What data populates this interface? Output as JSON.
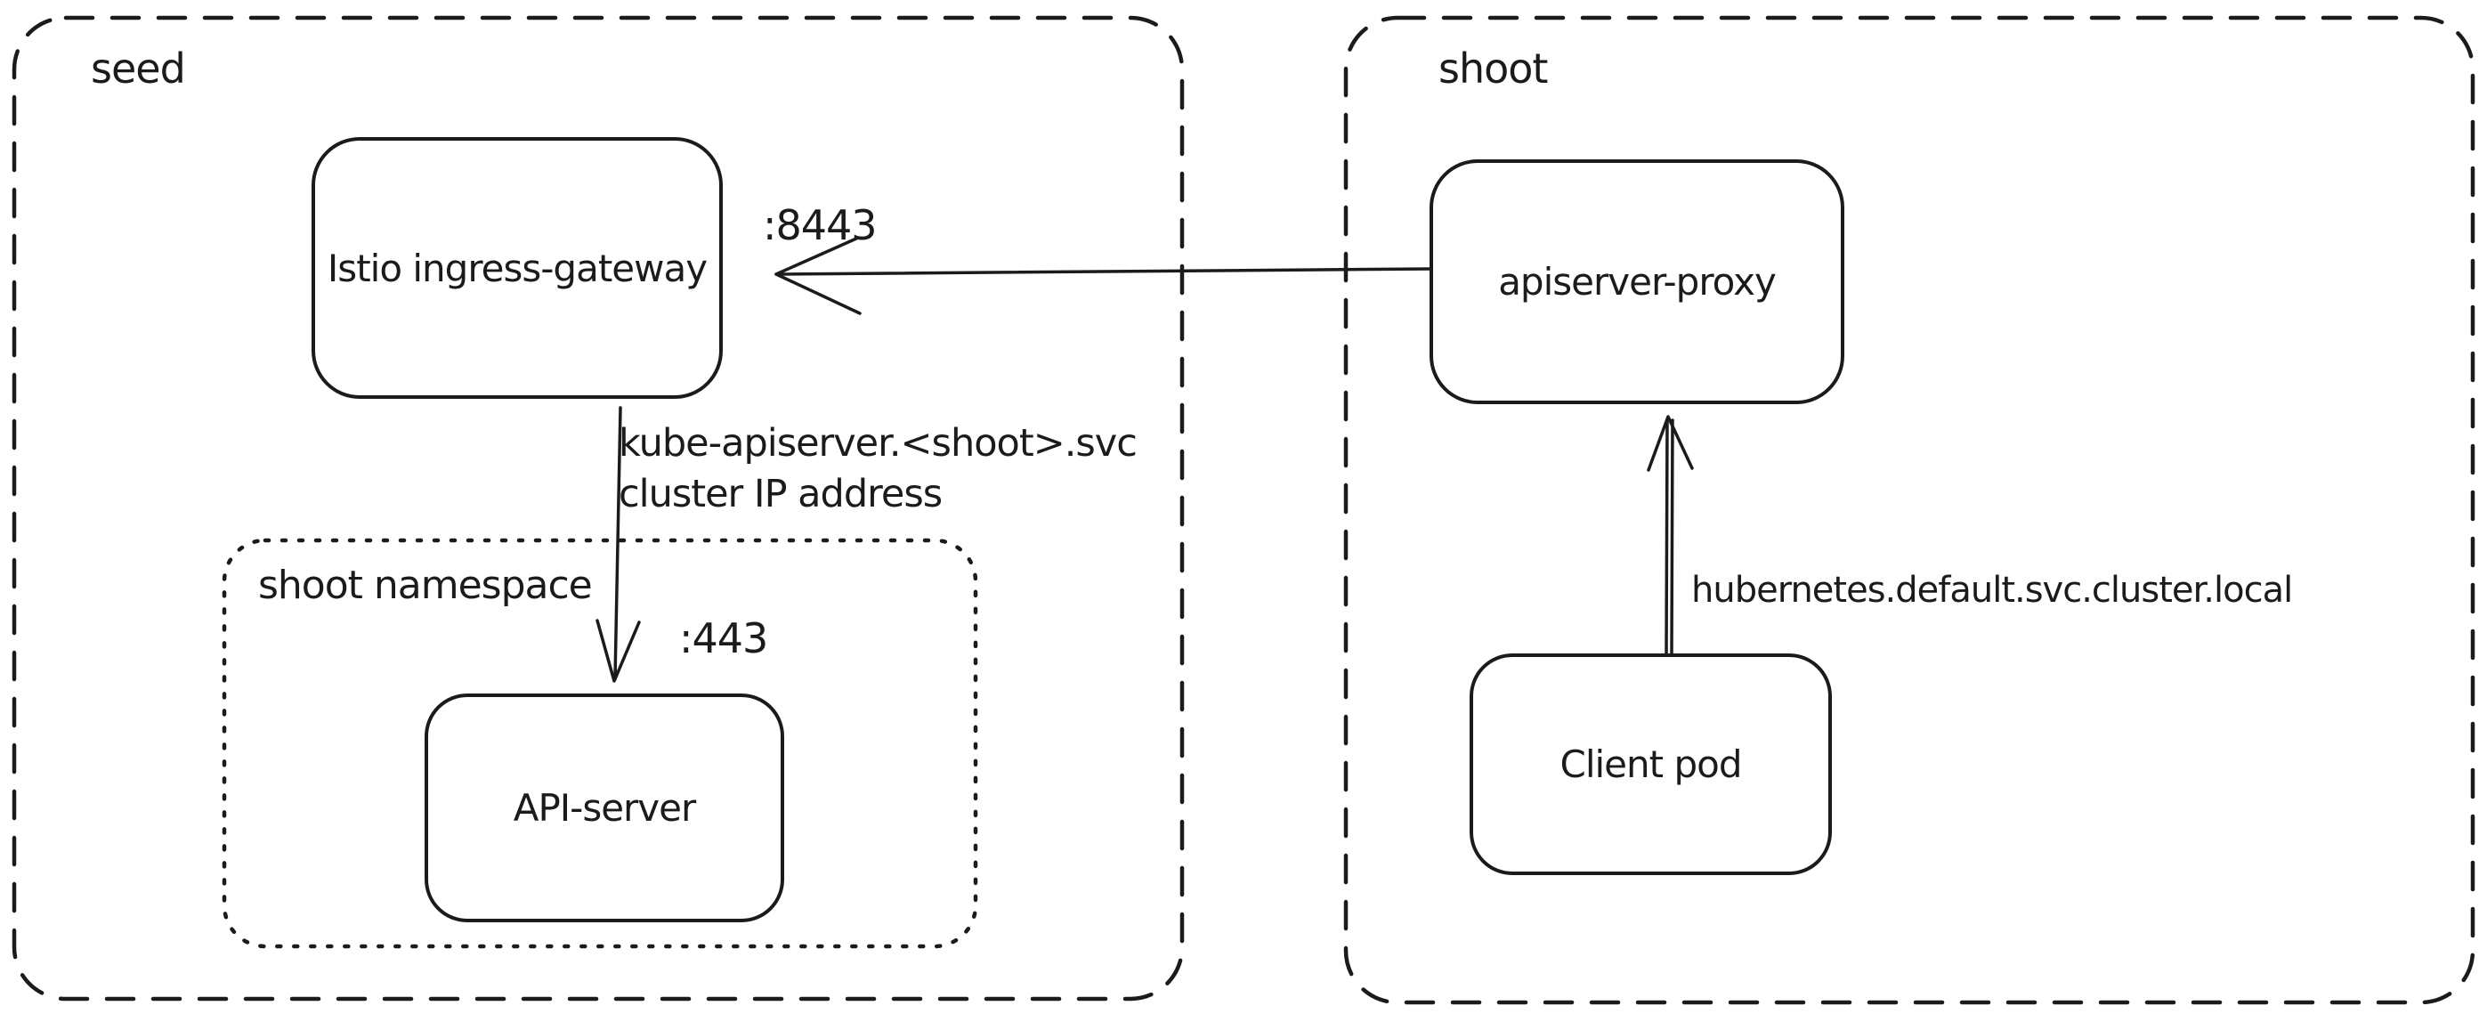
{
  "diagram": {
    "colors": {
      "stroke": "#1b1b1b",
      "background": "#ffffff"
    },
    "clusters": {
      "seed": {
        "label": "seed"
      },
      "shoot": {
        "label": "shoot"
      }
    },
    "namespaces": {
      "shoot_namespace": {
        "label": "shoot namespace"
      }
    },
    "nodes": {
      "istio_ingress_gateway": {
        "label": "Istio ingress-gateway"
      },
      "api_server": {
        "label": "API-server"
      },
      "apiserver_proxy": {
        "label": "apiserver-proxy"
      },
      "client_pod": {
        "label": "Client pod"
      }
    },
    "edges": {
      "apiserver_proxy_to_istio": {
        "port_label": ":8443"
      },
      "istio_to_api_server": {
        "label_line1": "kube-apiserver.<shoot>.svc",
        "label_line2": "cluster IP address",
        "port_label": ":443"
      },
      "client_pod_to_apiserver_proxy": {
        "label": "hubernetes.default.svc.cluster.local"
      }
    }
  }
}
